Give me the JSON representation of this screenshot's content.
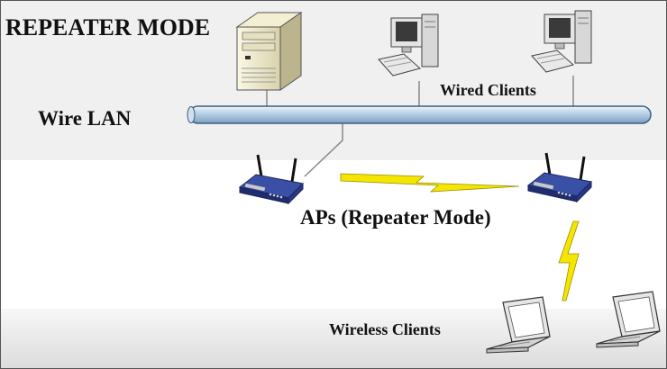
{
  "diagram": {
    "title": "REPEATER MODE",
    "wire_lan_label": "Wire LAN",
    "wired_clients_label": "Wired Clients",
    "aps_label": "APs (Repeater Mode)",
    "wireless_clients_label": "Wireless Clients"
  },
  "colors": {
    "top_band": "#f0f0f0",
    "bottom_band": "#e2e2e2",
    "backbone_fill": "#b5cfe6",
    "backbone_stroke": "#3d5f80",
    "lightning": "#f5e500",
    "router_blue": "#2f3f8f",
    "monitor_screen": "#3a3a3a"
  },
  "icons": {
    "server": "server-icon",
    "desktop": "desktop-computer-icon",
    "router": "wireless-router-icon",
    "laptop": "laptop-icon",
    "wireless_link": "lightning-bolt-icon"
  }
}
